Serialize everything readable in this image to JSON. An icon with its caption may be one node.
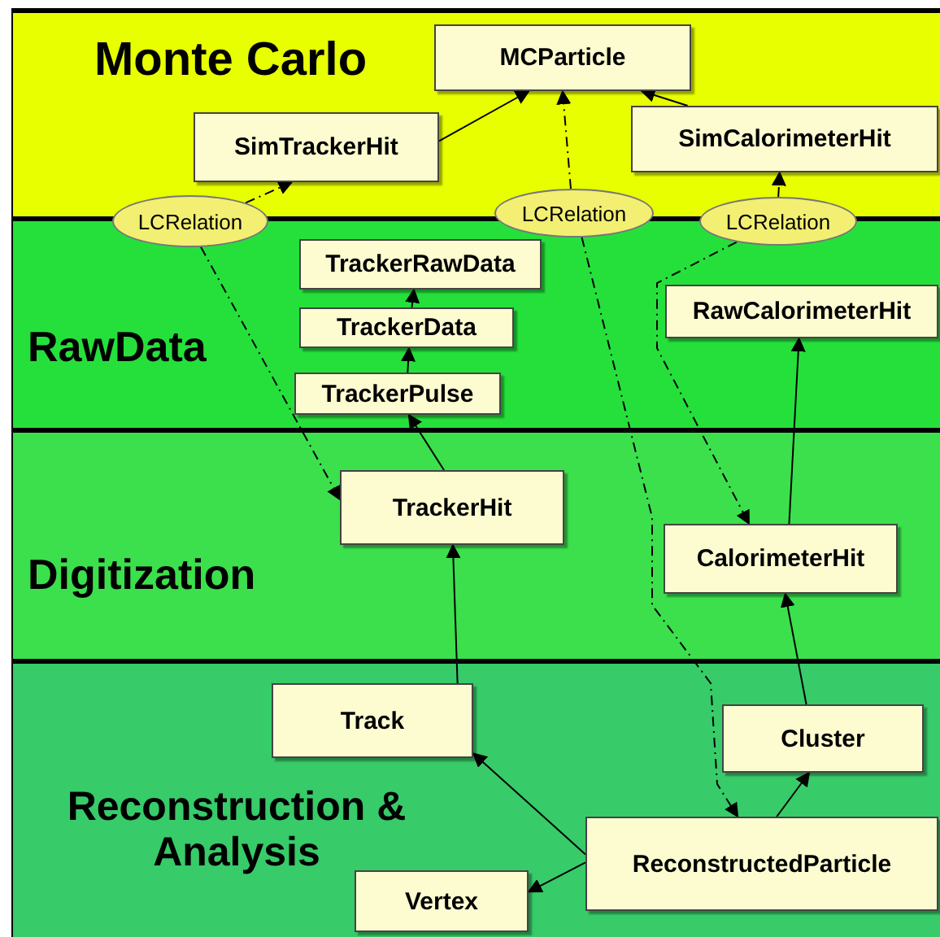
{
  "diagram": {
    "nodes": [
      {
        "text": [
          "Monte Carlo"
        ]
      },
      {
        "text": [
          "MCParticle"
        ],
        "in": 0
      },
      {
        "text": [
          "SimTrackerHit"
        ],
        "in": 0
      },
      {
        "text": [
          "SimCalorimeterHit"
        ],
        "in": 0
      },
      {
        "text": [
          "LCRelation"
        ]
      },
      {
        "text": [
          "LCRelation"
        ]
      },
      {
        "text": [
          "LCRelation"
        ]
      },
      {
        "text": [
          "RawData"
        ]
      },
      {
        "text": [
          "TrackerRawData"
        ],
        "in": 7
      },
      {
        "text": [
          "TrackerData"
        ],
        "in": 7
      },
      {
        "text": [
          "TrackerPulse"
        ],
        "in": 7
      },
      {
        "text": [
          "RawCalorimeterHit"
        ],
        "in": 7
      },
      {
        "text": [
          "Digitization"
        ]
      },
      {
        "text": [
          "TrackerHit"
        ],
        "in": 12
      },
      {
        "text": [
          "CalorimeterHit"
        ],
        "in": 12
      },
      {
        "text": [
          "Reconstruction & Analysis"
        ]
      },
      {
        "text": [
          "Track"
        ],
        "in": 15
      },
      {
        "text": [
          "Cluster"
        ],
        "in": 15
      },
      {
        "text": [
          "ReconstructedParticle"
        ],
        "in": 15
      },
      {
        "text": [
          "Vertex"
        ],
        "in": 15
      }
    ],
    "edges": [
      {
        "from": 2,
        "to": 1,
        "arrow": "to"
      },
      {
        "from": 3,
        "to": 1,
        "arrow": "to"
      },
      {
        "from": 4,
        "to": 2,
        "arrow": "to",
        "style": "dashed"
      },
      {
        "from": 4,
        "to": 13,
        "arrow": "to",
        "style": "dashed"
      },
      {
        "from": 5,
        "to": 1,
        "arrow": "to",
        "style": "dashed"
      },
      {
        "from": 5,
        "to": 18,
        "arrow": "to",
        "style": "dashed"
      },
      {
        "from": 6,
        "to": 3,
        "arrow": "to",
        "style": "dashed"
      },
      {
        "from": 6,
        "to": 14,
        "arrow": "to",
        "style": "dashed"
      },
      {
        "from": 10,
        "to": 9,
        "arrow": "to"
      },
      {
        "from": 9,
        "to": 8,
        "arrow": "to"
      },
      {
        "from": 13,
        "to": 10,
        "arrow": "to"
      },
      {
        "from": 14,
        "to": 11,
        "arrow": "to"
      },
      {
        "from": 17,
        "to": 14,
        "arrow": "to"
      },
      {
        "from": 16,
        "to": 13,
        "arrow": "to"
      },
      {
        "from": 18,
        "to": 16,
        "arrow": "to"
      },
      {
        "from": 18,
        "to": 19,
        "arrow": "to"
      },
      {
        "from": 18,
        "to": 17,
        "arrow": "to"
      }
    ]
  }
}
